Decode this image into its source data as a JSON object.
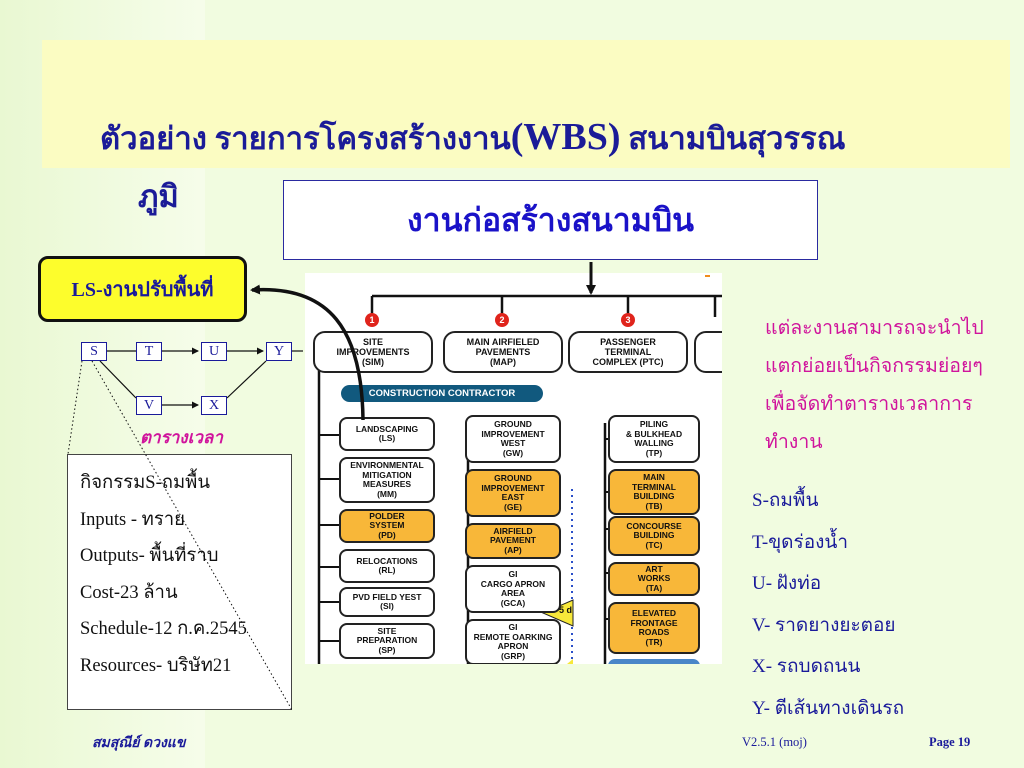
{
  "title": {
    "line1_before": "ตัวอย่าง รายการโครงสร้างงาน",
    "line1_acronym": "(WBS)",
    "line1_after": " สนามบินสุวรรณ",
    "line2": "ภูมิ"
  },
  "top_box": "งานก่อสร้างสนามบิน",
  "ls_box": "LS-งานปรับพื้นที่",
  "schedule": {
    "nodes": [
      "S",
      "T",
      "U",
      "Y",
      "V",
      "X"
    ],
    "label": "ตารางเวลา"
  },
  "activity_detail": [
    "กิจกรรมS-ถมพื้น",
    "Inputs - ทราย",
    "Outputs- พื้นที่ราบ",
    "Cost-23 ล้าน",
    "Schedule-12 ก.ค.2545",
    "Resources- บริษัท21"
  ],
  "wbs_chart": {
    "headers": [
      {
        "number": "1",
        "label": "SITE\nIMPROVEMENTS\n(SIM)"
      },
      {
        "number": "2",
        "label": "MAIN AIRFIELED\nPAVEMENTS\n(MAP)"
      },
      {
        "number": "3",
        "label": "PASSENGER\nTERMINAL\nCOMPLEX (PTC)"
      }
    ],
    "contractor_label": "CONSTRUCTION CONTRACTOR",
    "column1": [
      {
        "label": "LANDSCAPING\n(LS)",
        "highlight": false
      },
      {
        "label": "ENVIRONMENTAL\nMITIGATION\nMEASURES\n(MM)",
        "highlight": false
      },
      {
        "label": "POLDER\nSYSTEM\n(PD)",
        "highlight": true
      },
      {
        "label": "RELOCATIONS\n(RL)",
        "highlight": false
      },
      {
        "label": "PVD FIELD YEST\n(SI)",
        "highlight": false
      },
      {
        "label": "SITE\nPREPARATION\n(SP)",
        "highlight": false
      }
    ],
    "column2": [
      {
        "label": "GROUND\nIMPROVEMENT\nWEST\n(GW)",
        "highlight": false
      },
      {
        "label": "GROUND\nIMPROVEMENT\nEAST\n(GE)",
        "highlight": true
      },
      {
        "label": "AIRFIELD\nPAVEMENT\n(AP)",
        "highlight": true
      },
      {
        "label": "GI\nCARGO APRON\nAREA\n(GCA)",
        "highlight": false
      },
      {
        "label": "GI\nREMOTE OARKING\nAPRON\n(GRP)",
        "highlight": false
      }
    ],
    "column3": [
      {
        "label": "PILING\n& BULKHEAD\nWALLING\n(TP)",
        "highlight": false
      },
      {
        "label": "MAIN\nTERMINAL\nBUILDING\n(TB)",
        "highlight": true
      },
      {
        "label": "CONCOURSE\nBUILDING\n(TC)",
        "highlight": true
      },
      {
        "label": "ART\nWORKS\n(TA)",
        "highlight": true
      },
      {
        "label": "ELEVATED\nFRONTAGE\nROADS\n(TR)",
        "highlight": true
      }
    ],
    "tag": "5 d"
  },
  "note": "แต่ละงานสามารถจะนำไปแตกย่อยเป็นกิจกรรมย่อยๆ เพื่อจัดทำตารางเวลาการทำงาน",
  "legend": [
    "S-ถมพื้น",
    "T-ขุดร่องน้ำ",
    "U- ฝังท่อ",
    "V- ราดยางยะตอย",
    "X- รถบดถนน",
    "Y- ตีเส้นทางเดินรถ"
  ],
  "footer": {
    "author": "สมสุณีย์  ดวงแข",
    "version": "V2.5.1 (moj)",
    "page": "Page 19"
  },
  "colors": {
    "title": "#1b1b98",
    "accent_pink": "#d0149c",
    "highlight_box": "#fdfd2c",
    "chart_orange": "#f8b739",
    "chart_header": "#11597e"
  }
}
